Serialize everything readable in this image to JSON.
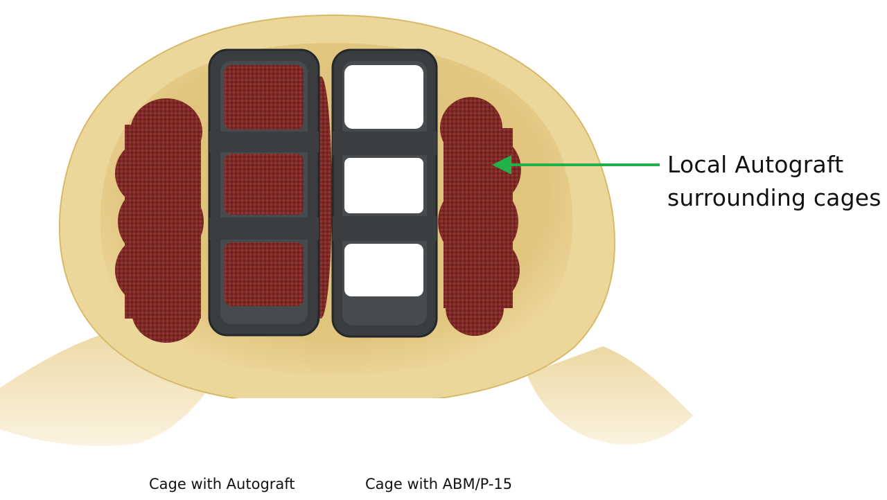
{
  "annotation": {
    "line1": "Local Autograft",
    "line2": "surrounding cages"
  },
  "captions": {
    "left": "Cage with Autograft",
    "right": "Cage with ABM/P-15"
  },
  "colors": {
    "bone_outer": "#ecd79a",
    "bone_rim": "#e2c37c",
    "bone_inner": "#dcc07a",
    "graft": "#7d2a26",
    "cage": "#3a3d3f",
    "window_empty": "#ffffff",
    "arrow": "#22b04a"
  }
}
